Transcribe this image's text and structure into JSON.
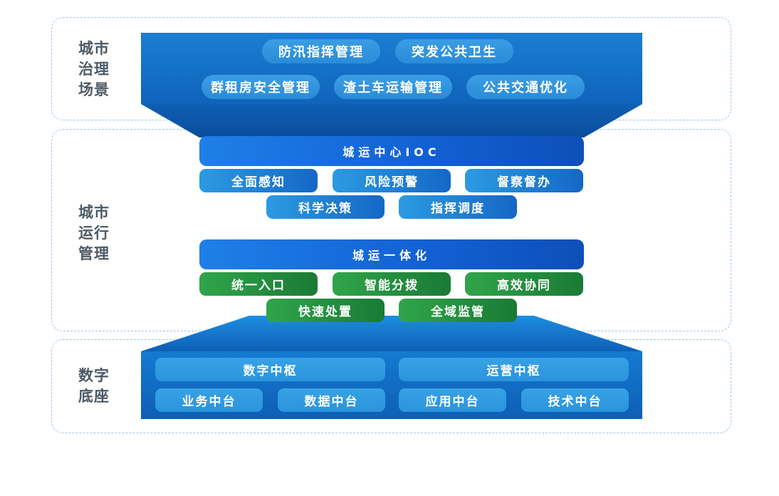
{
  "sections": {
    "governance": {
      "label": "城市\n治理\n场景",
      "items": [
        "防汛指挥管理",
        "突发公共卫生",
        "群租房安全管理",
        "渣土车运输管理",
        "公共交通优化"
      ]
    },
    "operation": {
      "label": "城市\n运行\n管理",
      "ioc": {
        "title": "城运中心IOC",
        "items": [
          "全面感知",
          "风险预警",
          "督察督办",
          "科学决策",
          "指挥调度"
        ]
      },
      "integration": {
        "title": "城运一体化",
        "items": [
          "统一入口",
          "智能分拨",
          "高效协同",
          "快速处置",
          "全域监管"
        ]
      }
    },
    "digital": {
      "label": "数字\n底座",
      "hubs": [
        "数字中枢",
        "运营中枢"
      ],
      "platforms": [
        "业务中台",
        "数据中台",
        "应用中台",
        "技术中台"
      ]
    }
  },
  "colors": {
    "primary_blue": "#1260d3",
    "light_blue": "#2a8bd9",
    "green": "#30a54a",
    "dashed_border": "#9fc4e8",
    "label_text": "#4d5a66"
  }
}
